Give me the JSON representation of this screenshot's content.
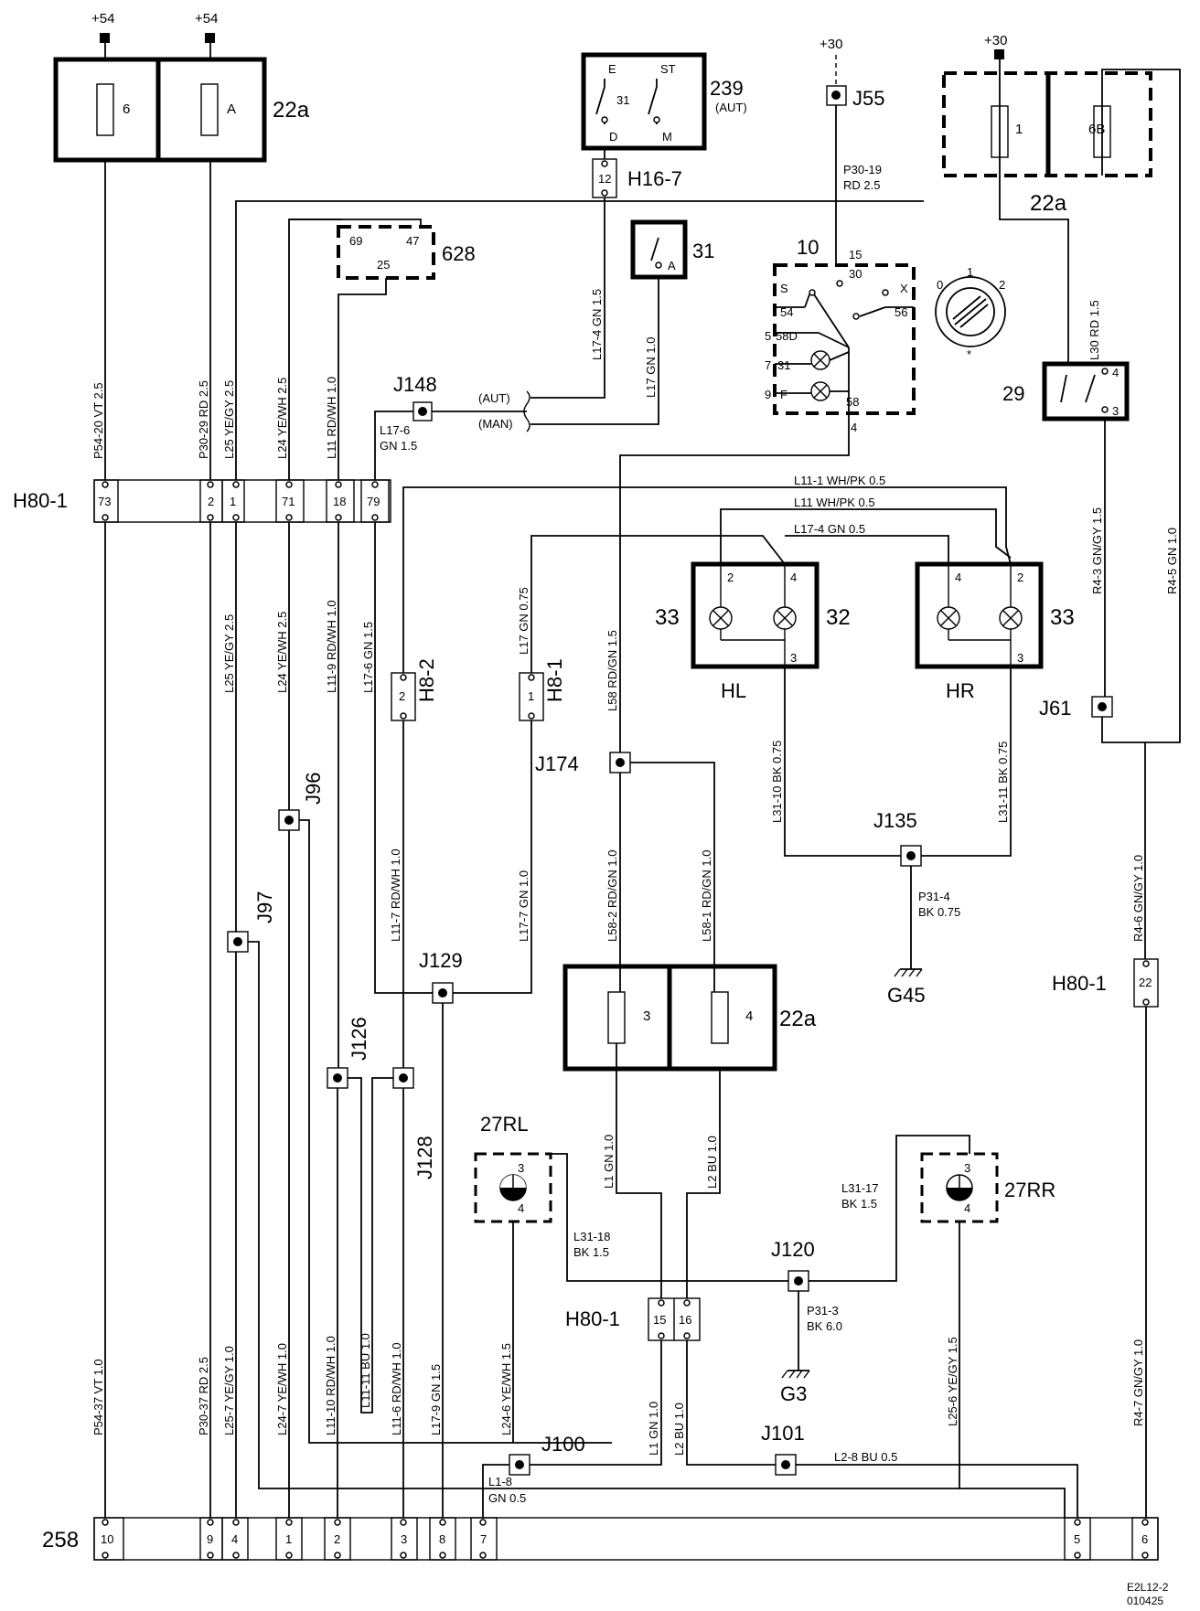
{
  "supplies": {
    "s54a": "+54",
    "s54b": "+54",
    "s30_switch": "+30",
    "s30_right": "+30"
  },
  "fusebox": {
    "top_left": {
      "label": "22a",
      "fuse1": "6",
      "fuse2": "A"
    },
    "top_right": {
      "label": "22a",
      "fuse1": "1",
      "fuse2": "6B"
    },
    "middle": {
      "label": "22a",
      "fuse1": "3",
      "fuse2": "4"
    }
  },
  "comp239": {
    "label": "239",
    "sub": "(AUT)",
    "p_e": "E",
    "p_st": "ST",
    "p_31": "31",
    "p_d": "D",
    "p_m": "M"
  },
  "comp31": {
    "label": "31",
    "p_a": "A"
  },
  "comp628": {
    "label": "628",
    "p69": "69",
    "p47": "47",
    "p25": "25"
  },
  "comp10": {
    "label": "10",
    "p15": "15",
    "p30": "30",
    "ps": "S",
    "px": "X",
    "p54": "54",
    "p56": "56",
    "p5": "5",
    "p58d": "58D",
    "p7": "7",
    "p31": "31",
    "p9": "9",
    "pf": "F",
    "p58": "58",
    "p4": "4"
  },
  "knob": {
    "n0": "0",
    "n1": "1",
    "n2": "2"
  },
  "comp29": {
    "label": "29",
    "p4": "4",
    "p3": "3"
  },
  "lamps": {
    "hl": {
      "label": "HL",
      "left": "33",
      "right": "32",
      "p2": "2",
      "p4": "4",
      "p3": "3"
    },
    "hr": {
      "label": "HR",
      "left": "",
      "right": "33",
      "p4": "4",
      "p2": "2",
      "p3": "3"
    }
  },
  "rear": {
    "rl": {
      "label": "27RL",
      "p3": "3",
      "p4": "4"
    },
    "rr": {
      "label": "27RR",
      "p3": "3",
      "p4": "4"
    }
  },
  "connectors": {
    "h16_7": {
      "label": "H16-7",
      "pin": "12"
    },
    "h80_1_top": {
      "label": "H80-1",
      "pins": [
        "73",
        "2",
        "1",
        "71",
        "18",
        "79"
      ]
    },
    "h80_1_right": {
      "label": "H80-1",
      "pin": "22"
    },
    "h80_1_bottom": {
      "label": "H80-1",
      "pins": [
        "15",
        "16"
      ]
    },
    "h8_2": {
      "label": "H8-2",
      "pin": "2"
    },
    "h8_1": {
      "label": "H8-1",
      "pin": "1"
    },
    "c258": {
      "label": "258",
      "pins": [
        "10",
        "9",
        "4",
        "1",
        "2",
        "3",
        "8",
        "7",
        "5",
        "6"
      ]
    }
  },
  "junctions": {
    "j55": "J55",
    "j148": "J148",
    "j61": "J61",
    "j174": "J174",
    "j135": "J135",
    "j96": "J96",
    "j97": "J97",
    "j129": "J129",
    "j126": "J126",
    "j128": "J128",
    "j120": "J120",
    "j100": "J100",
    "j101": "J101"
  },
  "grounds": {
    "g45": "G45",
    "g3": "G3"
  },
  "switch_modes": {
    "aut": "(AUT)",
    "man": "(MAN)"
  },
  "wires": {
    "p30_19": "P30-19",
    "p30_19b": "RD  2.5",
    "l17_4": "L17-4  GN  1.5",
    "l17": "L17  GN  1.0",
    "l17_6a": "L17-6",
    "l17_6b": "GN  1.5",
    "p54_20": "P54-20  VT  2.5",
    "p30_29": "P30-29  RD  2.5",
    "l25": "L25  YE/GY  2.5",
    "l24": "L24  YE/WH  2.5",
    "l11": "L11  RD/WH 1.0",
    "l30": "L30  RD  1.5",
    "r4_3": "R4-3  GN/GY 1.5",
    "r4_5": "R4-5  GN  1.0",
    "l11_1": "L11-1  WH/PK  0.5",
    "l11_top": "L11  WH/PK  0.5",
    "l17_4_top": "L17-4  GN  0.5",
    "l25_b": "L25  YE/GY  2.5",
    "l24_b": "L24  YE/WH  2.5",
    "l11_9": "L11-9  RD/WH 1.0",
    "l17_6_b": "L17-6  GN  1.5",
    "l17_b": "L17  GN  0.75",
    "l58": "L58  RD/GN  1.5",
    "l31_10": "L31-10  BK  0.75",
    "l31_11": "L31-11  BK  0.75",
    "r4_6": "R4-6  GN/GY  1.0",
    "p31_4a": "P31-4",
    "p31_4b": "BK  0.75",
    "l11_7": "L11-7  RD/WH  1.0",
    "l17_7": "L17-7  GN  1.0",
    "l58_2": "L58-2  RD/GN  1.0",
    "l58_1": "L58-1  RD/GN  1.0",
    "l1": "L1  GN  1.0",
    "l2": "L2  BU  1.0",
    "l31_17a": "L31-17",
    "l31_17b": "BK 1.5",
    "l31_18a": "L31-18",
    "l31_18b": "BK  1.5",
    "p31_3a": "P31-3",
    "p31_3b": "BK  6.0",
    "p54_37": "P54-37  VT  1.0",
    "p30_37": "P30-37  RD  2.5",
    "l25_7": "L25-7  YE/GY  1.0",
    "l24_7": "L24-7  YE/WH  1.0",
    "l11_10": "L11-10  RD/WH  1.0",
    "l11_11": "L11-11 BU  1.0",
    "l11_6": "L11-6  RD/WH  1.0",
    "l17_9": "L17-9  GN  1.5",
    "l24_6": "L24-6  YE/WH  1.5",
    "l25_6": "L25-6  YE/GY  1.5",
    "r4_7": "R4-7  GN/GY  1.0",
    "l1_b": "L1  GN  1.0",
    "l2_b": "L2  BU  1.0",
    "l2_8": "L2-8  BU  0.5",
    "l1_8a": "L1-8",
    "l1_8b": "GN  0.5"
  },
  "footer": {
    "line1": "E2L12-2",
    "line2": "010425"
  }
}
